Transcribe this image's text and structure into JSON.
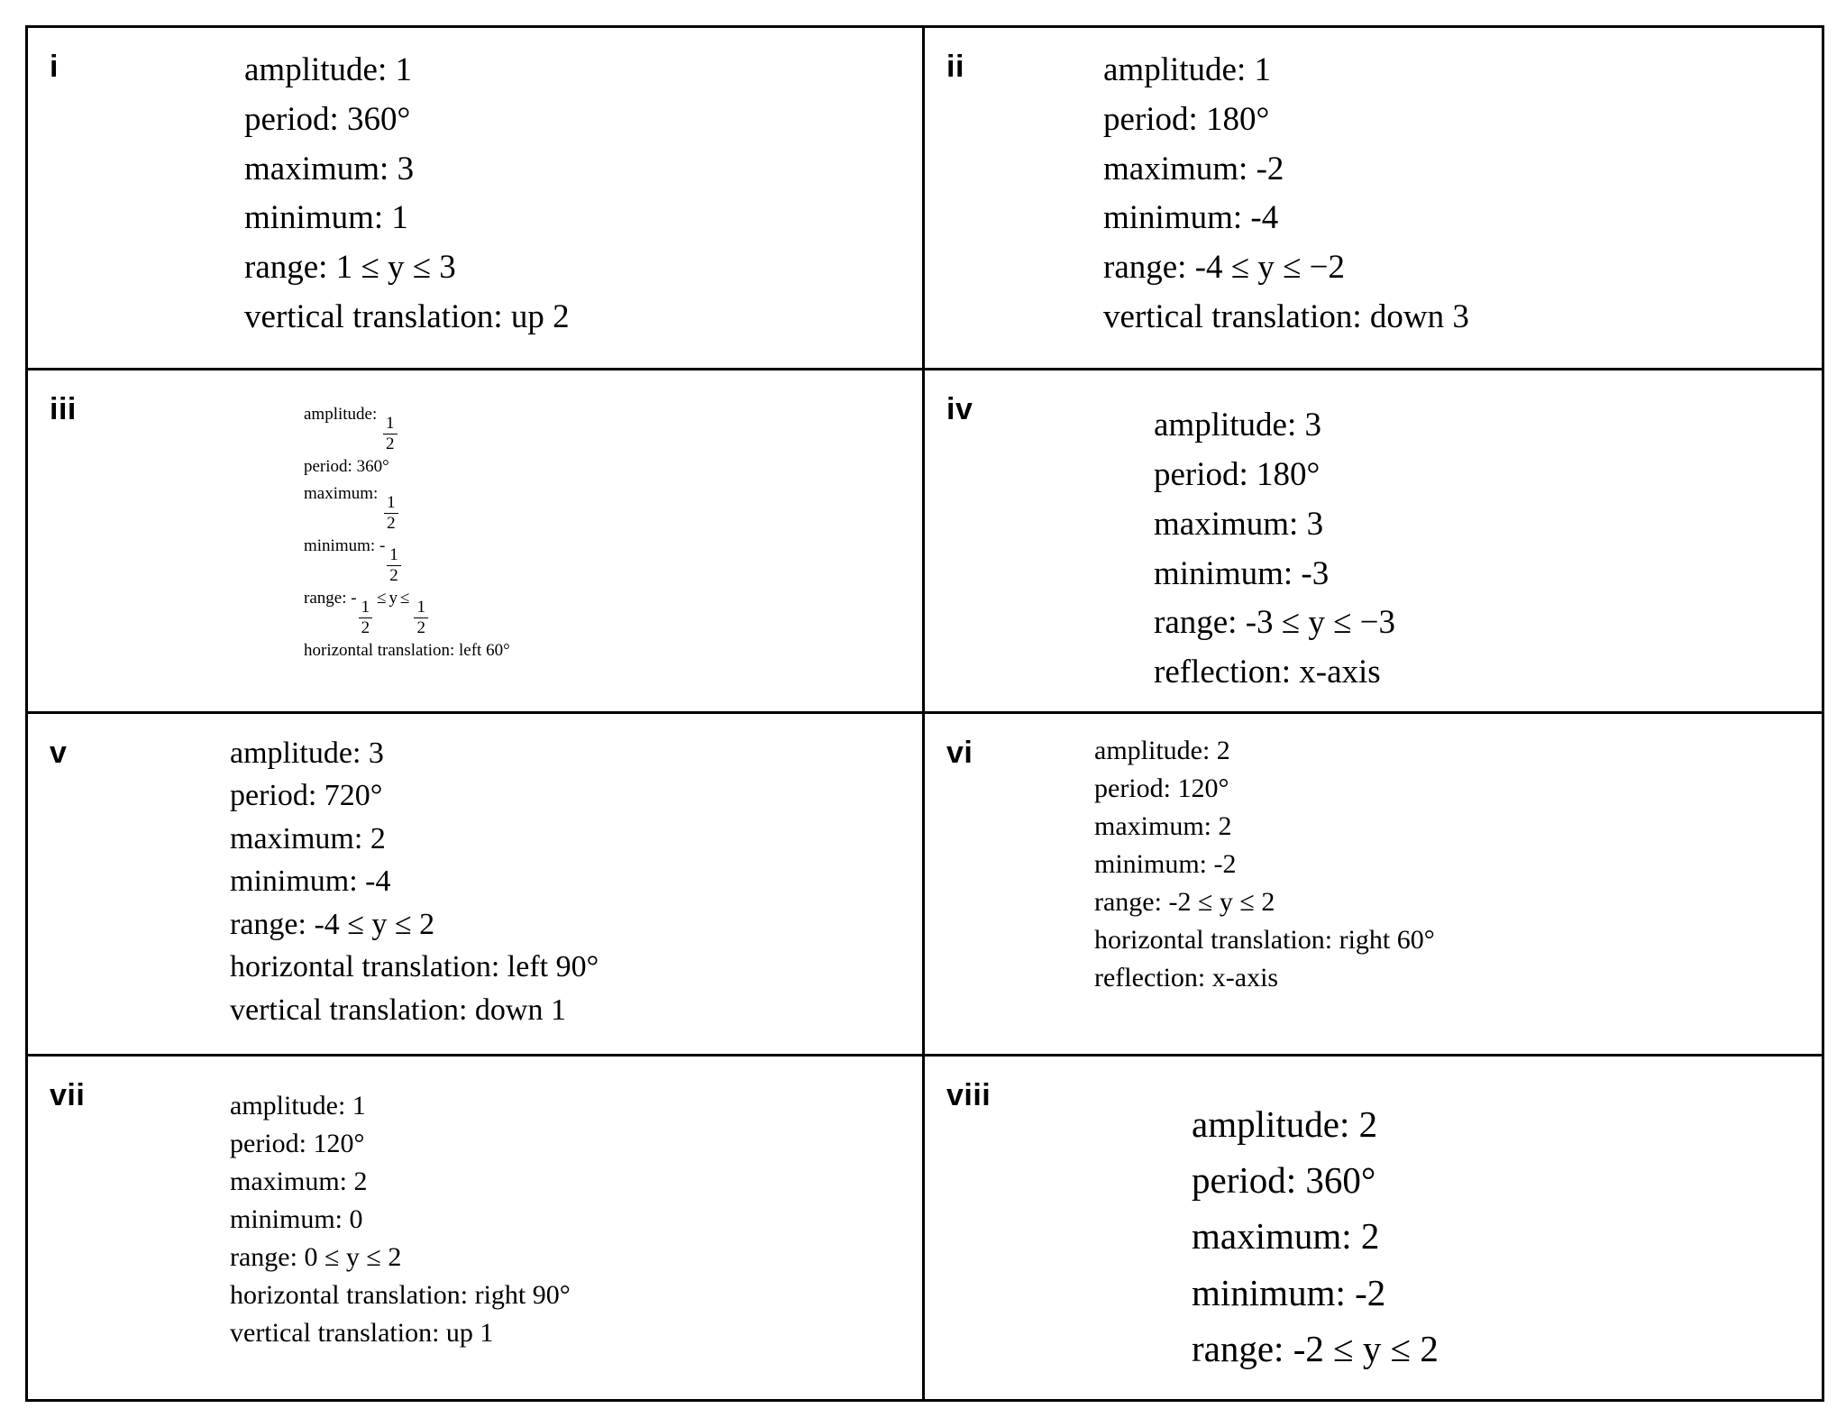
{
  "document": {
    "title": "Trigonometric function characteristics table",
    "layout": {
      "columns": 2,
      "rows": 4,
      "border_color": "#000000",
      "background": "#ffffff"
    }
  },
  "cells": [
    {
      "label": "i",
      "lines": [
        "amplitude: 1",
        "period: 360°",
        "maximum: 3",
        "minimum: 1",
        "range: 1 ≤ y ≤ 3",
        "vertical translation: up 2"
      ]
    },
    {
      "label": "ii",
      "lines": [
        "amplitude: 1",
        "period: 180°",
        "maximum: -2",
        "minimum: -4",
        "range: -4 ≤ y ≤ −2",
        "vertical translation: down 3"
      ]
    },
    {
      "label": "iii",
      "lines": [
        "amplitude: 1/2",
        "period: 360°",
        "maximum: 1/2",
        "minimum: -1/2",
        "range: -1/2 ≤ y ≤ 1/2",
        "horizontal translation: left 60°"
      ],
      "parts": {
        "amplitude_label": "amplitude:",
        "period_text": "period: 360°",
        "maximum_label": "maximum:",
        "minimum_label": "minimum:",
        "minimum_sign": "-",
        "range_label": "range:",
        "range_sign": "-",
        "rel1": "≤",
        "var": "y",
        "rel2": "≤",
        "horizontal_text": "horizontal translation: left 60°",
        "fraction": {
          "numerator": "1",
          "denominator": "2"
        }
      }
    },
    {
      "label": "iv",
      "lines": [
        "amplitude: 3",
        "period: 180°",
        "maximum: 3",
        "minimum: -3",
        "range: -3 ≤ y ≤ −3",
        "reflection: x-axis"
      ]
    },
    {
      "label": "v",
      "lines": [
        "amplitude: 3",
        "period: 720°",
        "maximum: 2",
        "minimum: -4",
        "range: -4 ≤ y ≤ 2",
        "horizontal translation: left 90°",
        "vertical translation: down 1"
      ]
    },
    {
      "label": "vi",
      "lines": [
        "amplitude: 2",
        "period: 120°",
        "maximum: 2",
        "minimum: -2",
        "range: -2 ≤ y ≤ 2",
        "horizontal translation: right 60°",
        "reflection: x-axis"
      ]
    },
    {
      "label": "vii",
      "lines": [
        "amplitude: 1",
        "period: 120°",
        "maximum: 2",
        "minimum: 0",
        "range: 0 ≤ y ≤ 2",
        "horizontal translation: right 90°",
        "vertical translation: up 1"
      ]
    },
    {
      "label": "viii",
      "lines": [
        "amplitude: 2",
        "period: 360°",
        "maximum: 2",
        "minimum: -2",
        "range: -2 ≤ y ≤ 2"
      ]
    }
  ]
}
